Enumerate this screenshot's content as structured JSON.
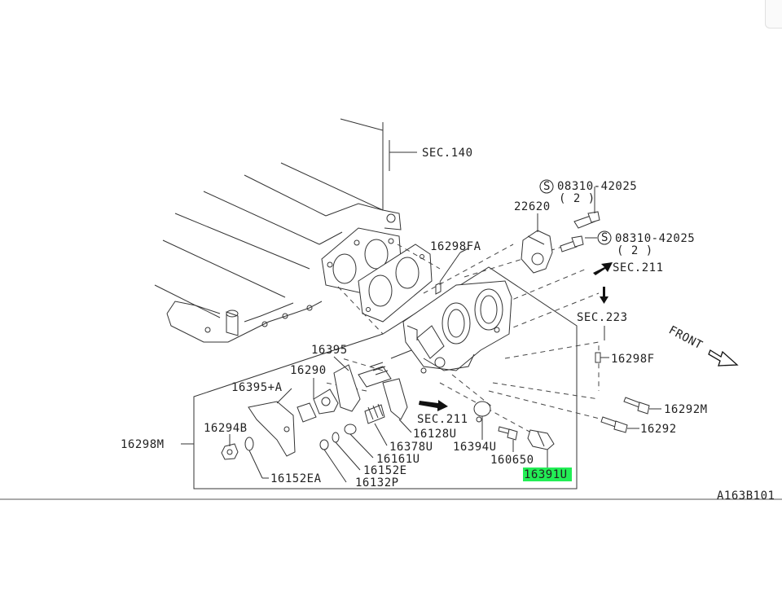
{
  "labels": {
    "sec140": "SEC.140",
    "bolt1": "08310-42025",
    "bolt1_qty": "( 2 )",
    "p22620": "22620",
    "bolt2": "08310-42025",
    "bolt2_qty": "( 2 )",
    "s_symbol": "S",
    "p16298fa": "16298FA",
    "sec211a": "SEC.211",
    "sec223": "SEC.223",
    "front": "FRONT",
    "p16298f": "16298F",
    "p16395": "16395",
    "p16290": "16290",
    "p16395a": "16395+A",
    "p16292m": "16292M",
    "p16294b": "16294B",
    "p16292": "16292",
    "p16298m": "16298M",
    "sec211b": "SEC.211",
    "p16128u": "16128U",
    "p16378u": "16378U",
    "p16394u": "16394U",
    "p16161u": "16161U",
    "p160650": "160650",
    "p16152e": "16152E",
    "p16152ea": "16152EA",
    "p16132p": "16132P",
    "p16391u": "16391U",
    "ref": "A163B101"
  },
  "highlight_color": "#22ee55"
}
